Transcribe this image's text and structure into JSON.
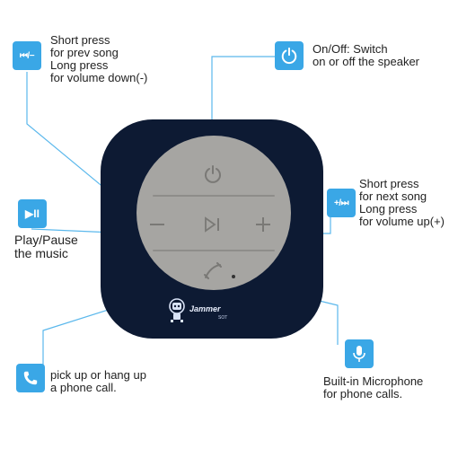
{
  "callouts": {
    "prev": {
      "icon": "prev-minus-icon",
      "icon_label": "⏮/−",
      "lines": [
        "Short press",
        "for prev song",
        "Long press",
        "for volume down(-)"
      ]
    },
    "power": {
      "icon": "power-icon",
      "lines": [
        "On/Off: Switch",
        "on or off the speaker"
      ]
    },
    "next": {
      "icon": "next-plus-icon",
      "icon_label": "+/⏭",
      "lines": [
        "Short press",
        "for next song",
        "Long press",
        "for volume up(+)"
      ]
    },
    "play": {
      "icon": "play-pause-icon",
      "icon_label": "▶II",
      "lines": [
        "Play/Pause",
        "the music"
      ]
    },
    "phone": {
      "icon": "phone-icon",
      "lines": [
        "pick up or hang up",
        "a phone call."
      ]
    },
    "mic": {
      "icon": "microphone-icon",
      "lines": [
        "Built-in Microphone",
        "for phone calls."
      ]
    }
  },
  "speaker": {
    "brand": "Jammer",
    "model": "SOT"
  },
  "colors": {
    "accent": "#3aa7e6",
    "speaker_body": "#0d1a33",
    "button_disc": "#a6a5a2",
    "leader_line": "#5bb8ec"
  }
}
